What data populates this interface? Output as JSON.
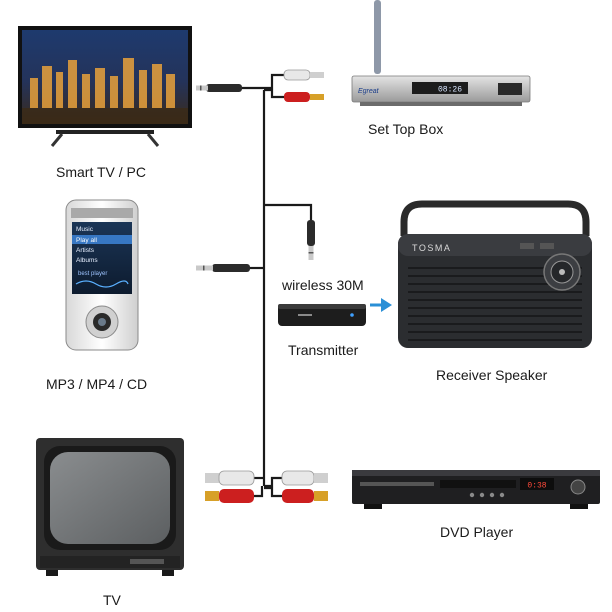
{
  "devices": {
    "smart_tv_pc": "Smart TV / PC",
    "set_top_box": "Set Top Box",
    "mp3_player": "MP3 / MP4 / CD",
    "transmitter": "Transmitter",
    "receiver_speaker": "Receiver Speaker",
    "tv": "TV",
    "dvd_player": "DVD Player"
  },
  "annotations": {
    "range": "wireless 30M"
  },
  "brands": {
    "set_top_box": "Egreat",
    "set_top_box_display": "08:26",
    "speaker": "TOSMA",
    "dvd_display": "0:38"
  },
  "phone_screen": {
    "menu": [
      "Music",
      "Play all",
      "Artists",
      "Albums"
    ],
    "status": "best player"
  },
  "colors": {
    "arrow": "#2a8fd6",
    "cable": "#1a1a1a",
    "rca_red": "#cc1f1f",
    "rca_white": "#e8e8e8"
  }
}
